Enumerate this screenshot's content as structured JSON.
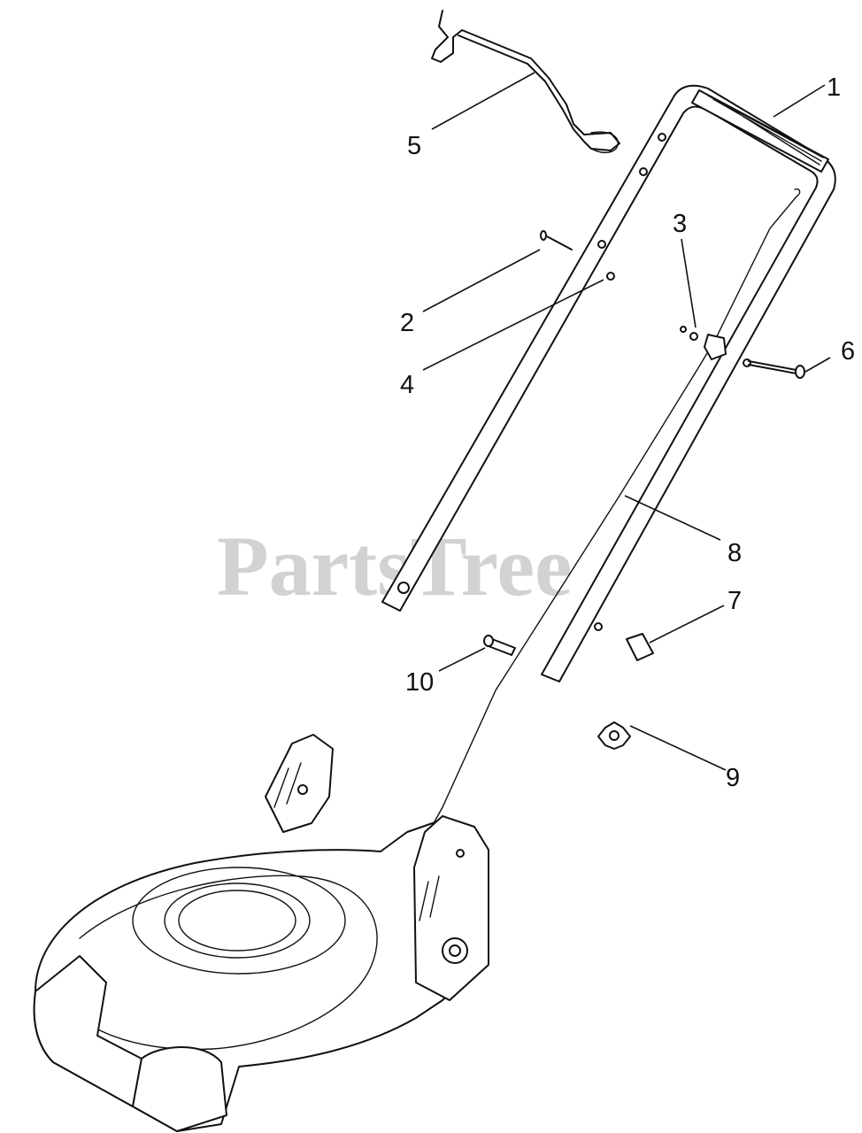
{
  "watermark": {
    "text": "PartsTree",
    "trademark": "™"
  },
  "callouts": [
    {
      "id": "1",
      "label": "1"
    },
    {
      "id": "2",
      "label": "2"
    },
    {
      "id": "3",
      "label": "3"
    },
    {
      "id": "4",
      "label": "4"
    },
    {
      "id": "5",
      "label": "5"
    },
    {
      "id": "6",
      "label": "6"
    },
    {
      "id": "7",
      "label": "7"
    },
    {
      "id": "8",
      "label": "8"
    },
    {
      "id": "9",
      "label": "9"
    },
    {
      "id": "10",
      "label": "10"
    }
  ]
}
